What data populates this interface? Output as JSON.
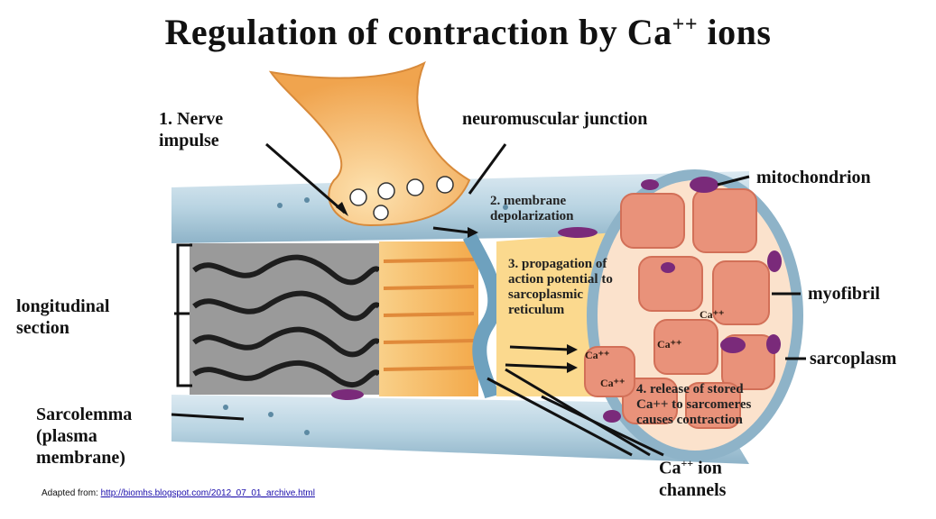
{
  "title": {
    "main": "Regulation of contraction by Ca",
    "sup": "++",
    "tail": "  ions"
  },
  "labels": {
    "nerve_impulse": "1. Nerve\nimpulse",
    "nmj": "neuromuscular junction",
    "mitochondrion": "mitochondrion",
    "membrane_depol": "2. membrane\ndepolarization",
    "propagation": "3. propagation of\naction potential to\nsarcoplasmic\nreticulum",
    "myofibril": "myofibril",
    "longitudinal": "longitudinal\nsection",
    "sarcoplasm": "sarcoplasm",
    "release": "4. release of stored\nCa++ to sarcomeres\ncauses contraction",
    "sarcolemma": "Sarcolemma\n(plasma\nmembrane)",
    "ion_channels_pre": "Ca",
    "ion_channels_sup": "++",
    "ion_channels_post": " ion\nchannels",
    "ca_small": "Ca⁺⁺"
  },
  "credit": {
    "prefix": "Adapted from: ",
    "link": "http://biomhs.blogspot.com/2012_07_01_archive.html"
  },
  "colors": {
    "membrane": "#b9d4e2",
    "fiber_core": "#f6c06a",
    "myofibril": "#e9927a",
    "mitochondria": "#7a2a7a",
    "nerve": "#f5c27e"
  }
}
